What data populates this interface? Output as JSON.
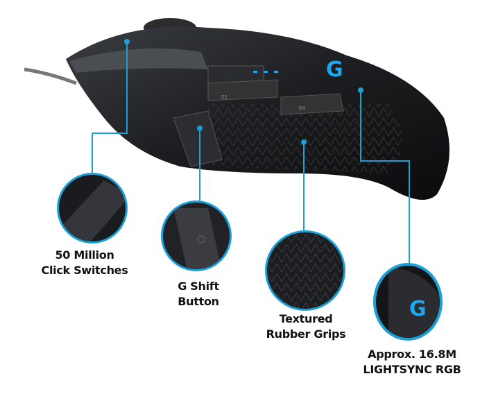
{
  "accent_color": "#1a9fd9",
  "features": [
    {
      "line1": "50 Million",
      "line2": "Click Switches"
    },
    {
      "line1": "G Shift",
      "line2": "Button"
    },
    {
      "line1": "Textured",
      "line2": "Rubber Grips"
    },
    {
      "line1": "Approx. 16.8M",
      "line2": "LIGHTSYNC RGB"
    }
  ],
  "mouse": {
    "button_labels": [
      "G5",
      "G4"
    ],
    "logo": "G"
  }
}
